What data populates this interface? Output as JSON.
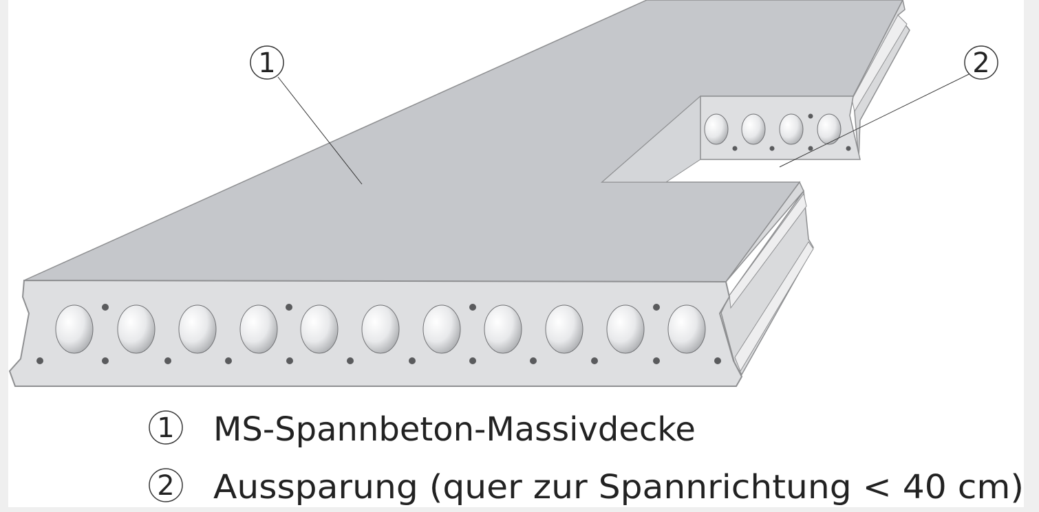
{
  "diagram": {
    "callouts": [
      {
        "number": "1"
      },
      {
        "number": "2"
      }
    ],
    "legend": [
      {
        "number": "1",
        "text": "MS-Spannbeton-Massivdecke"
      },
      {
        "number": "2",
        "text": "Aussparung (quer zur Spannrichtung < 40 cm)"
      }
    ]
  },
  "colors": {
    "slab_top": "#c5c7cb",
    "slab_side": "#dedfe1",
    "slab_edge": "#8e8f91",
    "hole_fill": "#d8d9db",
    "tendon_dot": "#5a5b5d",
    "text": "#222222",
    "background": "#efefef",
    "panel": "#ffffff"
  }
}
